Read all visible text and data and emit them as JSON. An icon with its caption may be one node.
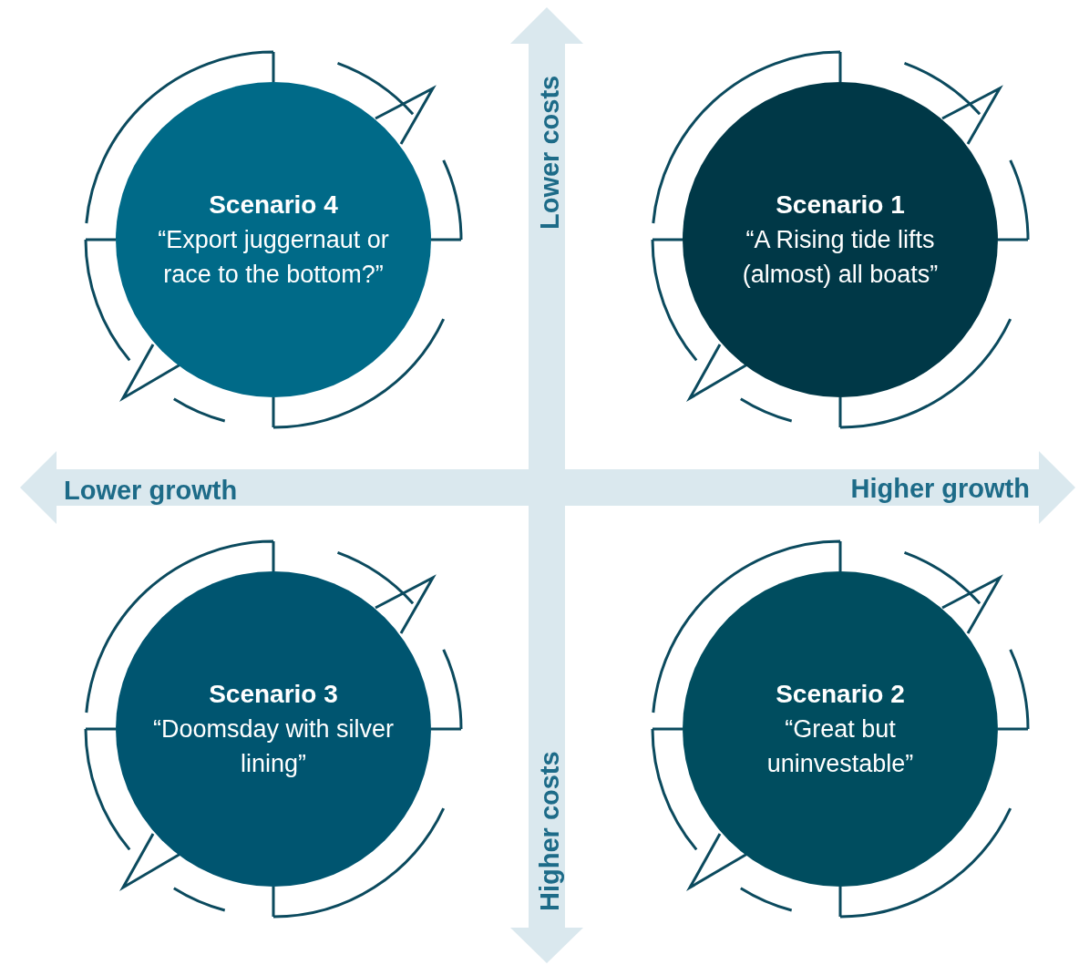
{
  "diagram": {
    "nodes": [
      {
        "text": [
          "Scenario 4",
          "“Export juggernaut or race to the bottom?”"
        ]
      },
      {
        "text": [
          "Scenario 1",
          "“A Rising tide lifts (almost) all boats”"
        ]
      },
      {
        "text": [
          "Scenario 3",
          "“Doomsday with silver lining”"
        ]
      },
      {
        "text": [
          "Scenario 2",
          "“Great but uninvestable”"
        ]
      }
    ],
    "labels": [
      "Lower costs",
      "Lower growth",
      "Higher growth",
      "Higher costs"
    ]
  }
}
